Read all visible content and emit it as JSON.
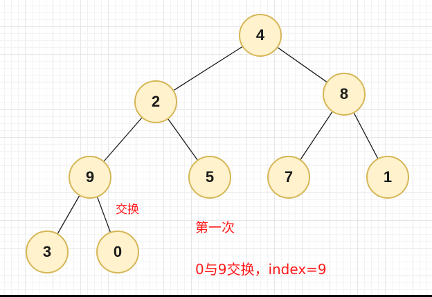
{
  "nodes": [
    {
      "id": "root",
      "value": "4"
    },
    {
      "id": "l",
      "value": "2"
    },
    {
      "id": "r",
      "value": "8"
    },
    {
      "id": "ll",
      "value": "9"
    },
    {
      "id": "lr",
      "value": "5"
    },
    {
      "id": "rl",
      "value": "7"
    },
    {
      "id": "rr",
      "value": "1"
    },
    {
      "id": "lll",
      "value": "3"
    },
    {
      "id": "llr",
      "value": "0"
    }
  ],
  "edges": [
    [
      "root",
      "l"
    ],
    [
      "root",
      "r"
    ],
    [
      "l",
      "ll"
    ],
    [
      "l",
      "lr"
    ],
    [
      "r",
      "rl"
    ],
    [
      "r",
      "rr"
    ],
    [
      "ll",
      "lll"
    ],
    [
      "ll",
      "llr"
    ]
  ],
  "labels": {
    "swap": "交换",
    "step": "第一次",
    "detail": "0与9交换，index=9"
  },
  "colors": {
    "node_fill": "#fff2cc",
    "node_border": "#d6b656",
    "annotation": "#ff1a1a"
  }
}
